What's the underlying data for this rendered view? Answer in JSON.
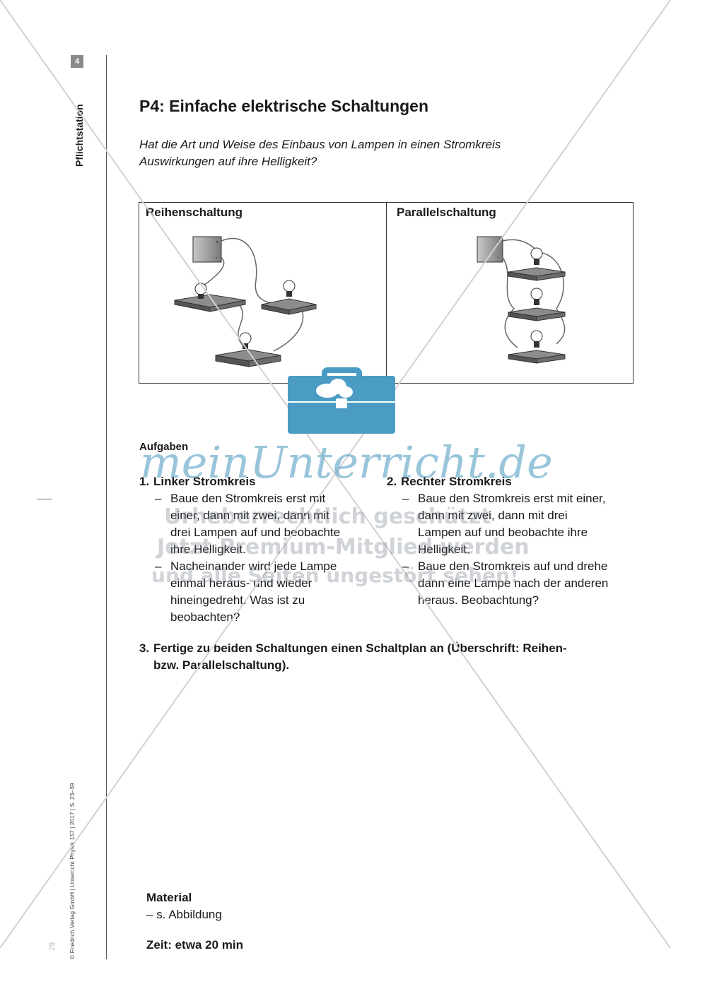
{
  "sidebar": {
    "page_badge": "4",
    "station": "Pflichtstation",
    "credit": "© Friedrich Verlag GmbH | Unterricht Physik 157 | 2017 | S. 23–39",
    "page_number": "29"
  },
  "title": "P4: Einfache elektrische Schaltungen",
  "question_line1": "Hat die Art und Weise des Einbaus von Lampen in einen Stromkreis",
  "question_line2": "Auswirkungen auf ihre Helligkeit?",
  "figures": {
    "left_heading": "Reihenschaltung",
    "right_heading": "Parallelschaltung"
  },
  "tasks_heading": "Aufgaben",
  "task1": {
    "number": "1.",
    "title": "Linker Stromkreis",
    "bullets": [
      [
        "Baue den Stromkreis erst mit",
        "einer, dann mit zwei, dann mit",
        "drei Lampen auf und beobachte",
        "ihre Helligkeit."
      ],
      [
        "Nacheinander wird jede Lampe",
        "einmal heraus- und wieder",
        "hineingedreht. Was ist zu",
        "beobachten?"
      ]
    ]
  },
  "task2": {
    "number": "2.",
    "title": "Rechter Stromkreis",
    "bullets": [
      [
        "Baue den Stromkreis erst mit einer,",
        "dann mit zwei, dann mit drei",
        "Lampen auf und beobachte ihre",
        "Helligkeit."
      ],
      [
        "Baue den Stromkreis auf und drehe",
        "dann eine Lampe nach der anderen",
        "heraus. Beobachtung?"
      ]
    ]
  },
  "task3": {
    "number": "3.",
    "line1": "Fertige zu beiden Schaltungen einen Schaltplan an (Überschrift: Reihen-",
    "line2": "bzw. Parallelschaltung)."
  },
  "material": {
    "heading": "Material",
    "item": "s. Abbildung"
  },
  "time": "Zeit: etwa 20 min",
  "watermark": {
    "brand": "meinUnterricht.de",
    "line1": "Urheberrechtlich geschützt",
    "line2": "Jetzt Premium-Mitglied werden",
    "line3": "und alle Seiten ungestört sehen!"
  },
  "colors": {
    "watermark_blue": "#4a9cc4",
    "text": "#1a1a1a"
  }
}
